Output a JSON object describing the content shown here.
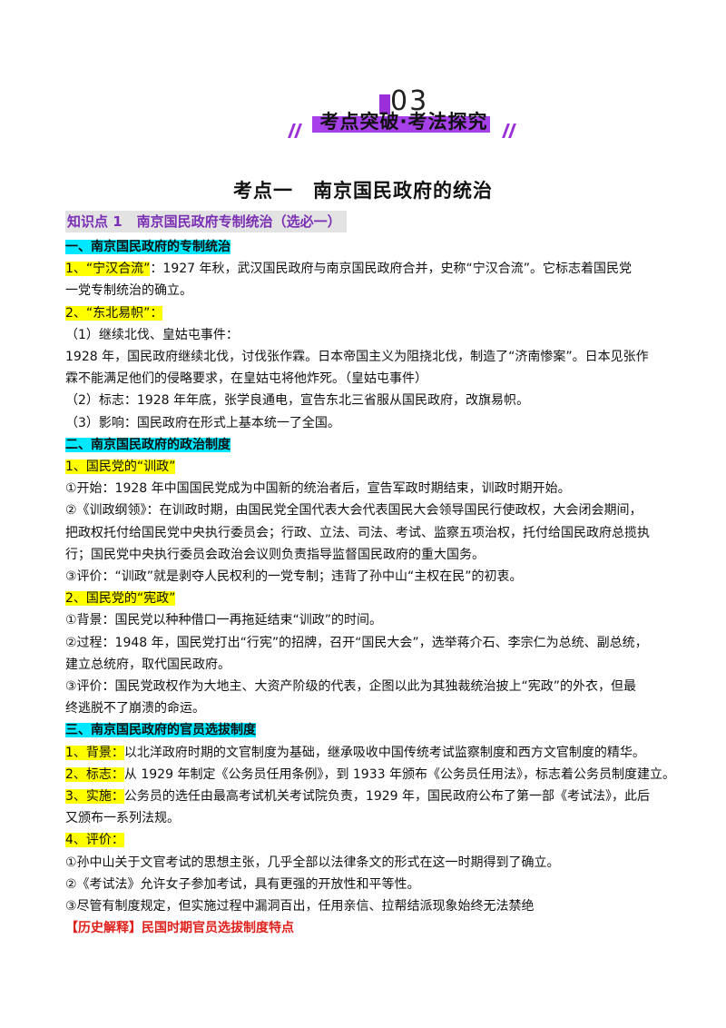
{
  "banner": {
    "number": "03",
    "title": "考点突破·考法探究"
  },
  "main_title": "考点一　南京国民政府的统治",
  "knowledge_point": {
    "label": "知识点 1",
    "title": "南京国民政府专制统治（选必一）"
  },
  "lines": [
    {
      "kind": "h1",
      "text": "一、南京国民政府的专制统治"
    },
    {
      "kind": "hl",
      "hl": "1、“宁汉合流”",
      "text": "：1927 年秋，武汉国民政府与南京国民政府合并，史称“宁汉合流”。它标志着国民党"
    },
    {
      "kind": "plain",
      "text": "一党专制统治的确立。"
    },
    {
      "kind": "hl",
      "hl": "2、“东北易帜”：",
      "text": ""
    },
    {
      "kind": "plain",
      "text": "（1）继续北伐、皇姑屯事件："
    },
    {
      "kind": "plain",
      "text": "1928 年，国民政府继续北伐，讨伐张作霖。日本帝国主义为阻挠北伐，制造了“济南惨案”。日本见张作"
    },
    {
      "kind": "plain",
      "text": "霖不能满足他们的侵略要求，在皇姑屯将他炸死。（皇姑屯事件）"
    },
    {
      "kind": "plain",
      "text": "（2）标志：1928 年年底，张学良通电，宣告东北三省服从国民政府，改旗易帜。"
    },
    {
      "kind": "plain",
      "text": "（3）影响：国民政府在形式上基本统一了全国。"
    },
    {
      "kind": "h1",
      "text": "二、南京国民政府的政治制度"
    },
    {
      "kind": "hl",
      "hl": "1、国民党的“训政”",
      "text": ""
    },
    {
      "kind": "plain",
      "text": "①开始：1928 年中国国民党成为中国新的统治者后，宣告军政时期结束，训政时期开始。"
    },
    {
      "kind": "plain",
      "text": "②《训政纲领》：在训政时期，由国民党全国代表大会代表国民大会领导国民行使政权，大会闭会期间，"
    },
    {
      "kind": "plain",
      "text": "把政权托付给国民党中央执行委员会；行政、立法、司法、考试、监察五项治权，托付给国民政府总揽执"
    },
    {
      "kind": "plain",
      "text": "行；国民党中央执行委员会政治会议则负责指导监督国民政府的重大国务。"
    },
    {
      "kind": "plain",
      "text": "③评价：“训政”就是剥夺人民权利的一党专制；违背了孙中山“主权在民”的初衷。"
    },
    {
      "kind": "hl",
      "hl": "2、国民党的“宪政”",
      "text": ""
    },
    {
      "kind": "plain",
      "text": "①背景：国民党以种种借口一再拖延结束“训政”的时间。"
    },
    {
      "kind": "plain",
      "text": "②过程：1948 年，国民党打出“行宪”的招牌，召开“国民大会”，选举蒋介石、李宗仁为总统、副总统，"
    },
    {
      "kind": "plain",
      "text": "建立总统府，取代国民政府。"
    },
    {
      "kind": "plain",
      "text": "③评价：国民党政权作为大地主、大资产阶级的代表，企图以此为其独裁统治披上“宪政”的外衣，但最"
    },
    {
      "kind": "plain",
      "text": "终逃脱不了崩溃的命运。"
    },
    {
      "kind": "h1",
      "text": "三、南京国民政府的官员选拔制度"
    },
    {
      "kind": "hl",
      "hl": "1、背景：",
      "text": "以北洋政府时期的文官制度为基础，继承吸收中国传统考试监察制度和西方文官制度的精华。"
    },
    {
      "kind": "hl",
      "hl": "2、标志：",
      "text": "从 1929 年制定《公务员任用条例》，到 1933 年颁布《公务员任用法》，标志着公务员制度建立。"
    },
    {
      "kind": "hl",
      "hl": "3、实施：",
      "text": "公务员的选任由最高考试机关考试院负责，1929 年，国民政府公布了第一部《考试法》，此后"
    },
    {
      "kind": "plain",
      "text": "又颁布一系列法规。"
    },
    {
      "kind": "hl",
      "hl": "4、评价：",
      "text": ""
    },
    {
      "kind": "plain",
      "text": "①孙中山关于文官考试的思想主张，几乎全部以法律条文的形式在这一时期得到了确立。"
    },
    {
      "kind": "plain",
      "text": "②《考试法》允许女子参加考试，具有更强的开放性和平等性。"
    },
    {
      "kind": "plain",
      "text": "③尽管有制度规定，但实施过程中漏洞百出，任用亲信、拉帮结派现象始终无法禁绝"
    },
    {
      "kind": "red",
      "text": "【历史解释】民国时期官员选拔制度特点"
    }
  ]
}
